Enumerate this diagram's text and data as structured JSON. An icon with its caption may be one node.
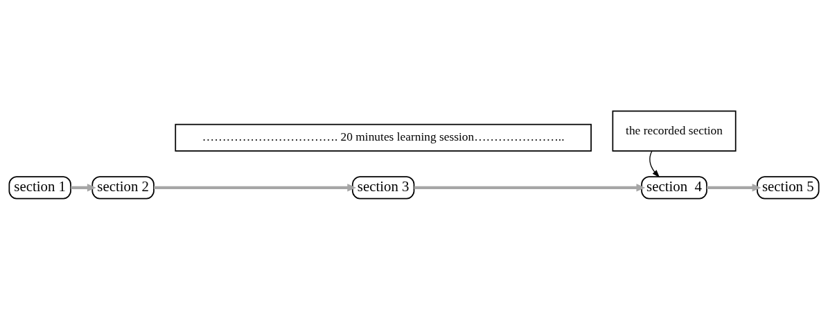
{
  "diagram": {
    "nodes": [
      {
        "text": [
          "the recorded section"
        ]
      },
      {
        "text": [
          "section 1"
        ]
      },
      {
        "text": [
          "section 2"
        ]
      },
      {
        "text": [
          "section 3"
        ]
      },
      {
        "text": [
          "section  4"
        ]
      },
      {
        "text": [
          "section 5"
        ]
      },
      {
        "text": [
          "……………………………. 20 minutes learning session………………….."
        ]
      }
    ],
    "edges": [
      {
        "from": 1,
        "to": 2,
        "arrow": "to"
      },
      {
        "from": 2,
        "to": 3,
        "arrow": "to"
      },
      {
        "from": 3,
        "to": 4,
        "arrow": "to"
      },
      {
        "from": 4,
        "to": 5,
        "arrow": "to"
      },
      {
        "from": 0,
        "to": 4,
        "arrow": "to",
        "color": "#000000"
      }
    ]
  }
}
